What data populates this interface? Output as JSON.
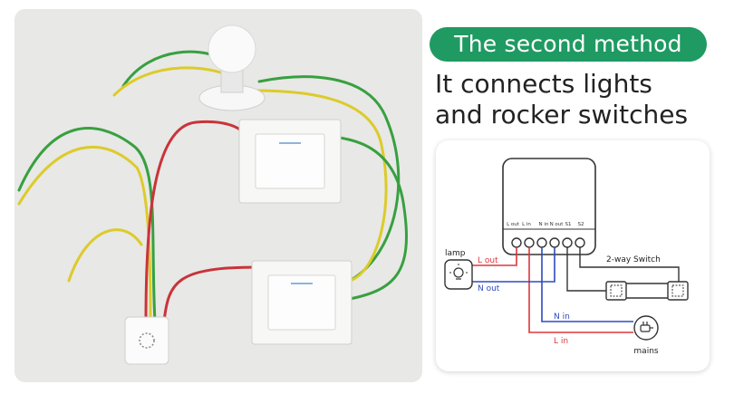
{
  "badge": {
    "text": "The second method",
    "bg_color": "#1f9a62"
  },
  "headline": {
    "line1": "It connects lights",
    "line2": "and rocker switches"
  },
  "diagram": {
    "terminals": [
      "L out",
      "L in",
      "N in",
      "N out",
      "S1",
      "S2"
    ],
    "labels": {
      "lamp": "lamp",
      "l_out": "L out",
      "n_out": "N out",
      "n_in": "N in",
      "l_in": "L in",
      "two_way": "2-way Switch",
      "mains": "mains"
    },
    "colors": {
      "live": "#e0353a",
      "neutral": "#2f4bbd",
      "switch": "#333333"
    },
    "icons": [
      "lamp-icon",
      "plug-icon",
      "switch-icon"
    ]
  }
}
